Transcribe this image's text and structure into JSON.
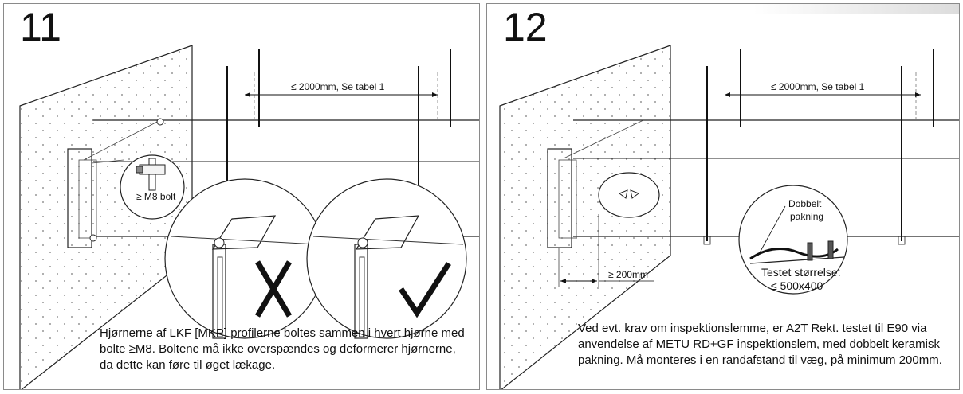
{
  "panels": [
    {
      "step": "11",
      "dimension_label": "≤ 2000mm, Se tabel 1",
      "bolt_label": "≥ M8 bolt",
      "caption": "Hjørnerne af LKF [MKP] profilerne boltes sammen i hvert hjørne med bolte ≥M8. Boltene må ikke overspændes og deformerer hjørnerne, da dette kan føre til øget lækage."
    },
    {
      "step": "12",
      "dimension_label": "≤ 2000mm, Se tabel 1",
      "distance_label": "≥ 200mm",
      "gasket_label_line1": "Dobbelt",
      "gasket_label_line2": "pakning",
      "tested_size_label": "Testet størrelse:",
      "tested_size_value": "≤ 500x400",
      "caption": "Ved evt. krav om inspektionslemme, er A2T Rekt. testet til E90 via anvendelse af METU RD+GF inspektionslem, med dobbelt keramisk pakning. Må monteres i en randafstand til væg, på minimum 200mm."
    }
  ]
}
